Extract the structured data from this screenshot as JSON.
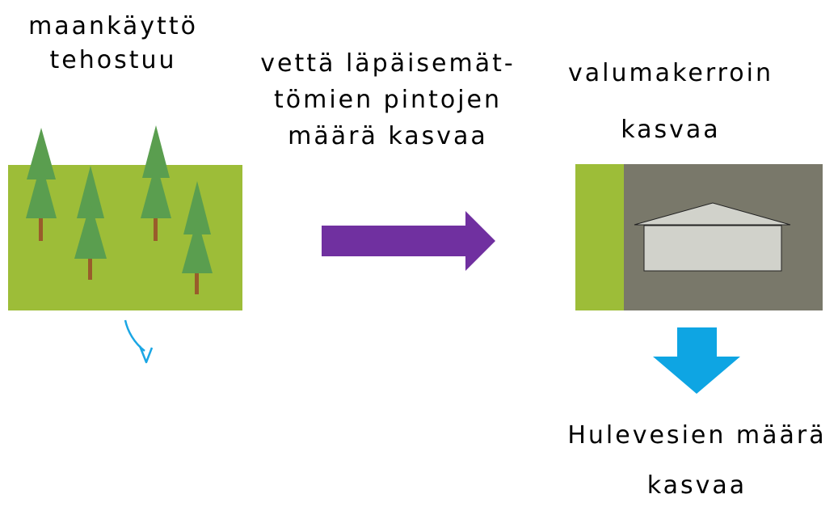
{
  "labels": {
    "left": [
      "maankäyttö",
      "tehostuu"
    ],
    "middle": [
      "vettä läpäisemät-",
      "tömien pintojen",
      "määrä kasvaa"
    ],
    "right": [
      "valumakerroin",
      "kasvaa"
    ],
    "bottom": [
      "Hulevesien määrä",
      "kasvaa"
    ]
  },
  "colors": {
    "grass": "#9dbd38",
    "tree": "#5a9e4f",
    "trunk": "#995c2b",
    "pavement": "#79786a",
    "building": "#d1d2cb",
    "process_arrow": "#7030a0",
    "runoff_arrow": "#0ea5e3",
    "infiltration_arrow": "#1aa6e4"
  },
  "icons": {
    "infiltration": "curved-down-arrow-icon",
    "process": "right-arrow-icon",
    "runoff": "down-arrow-icon"
  }
}
